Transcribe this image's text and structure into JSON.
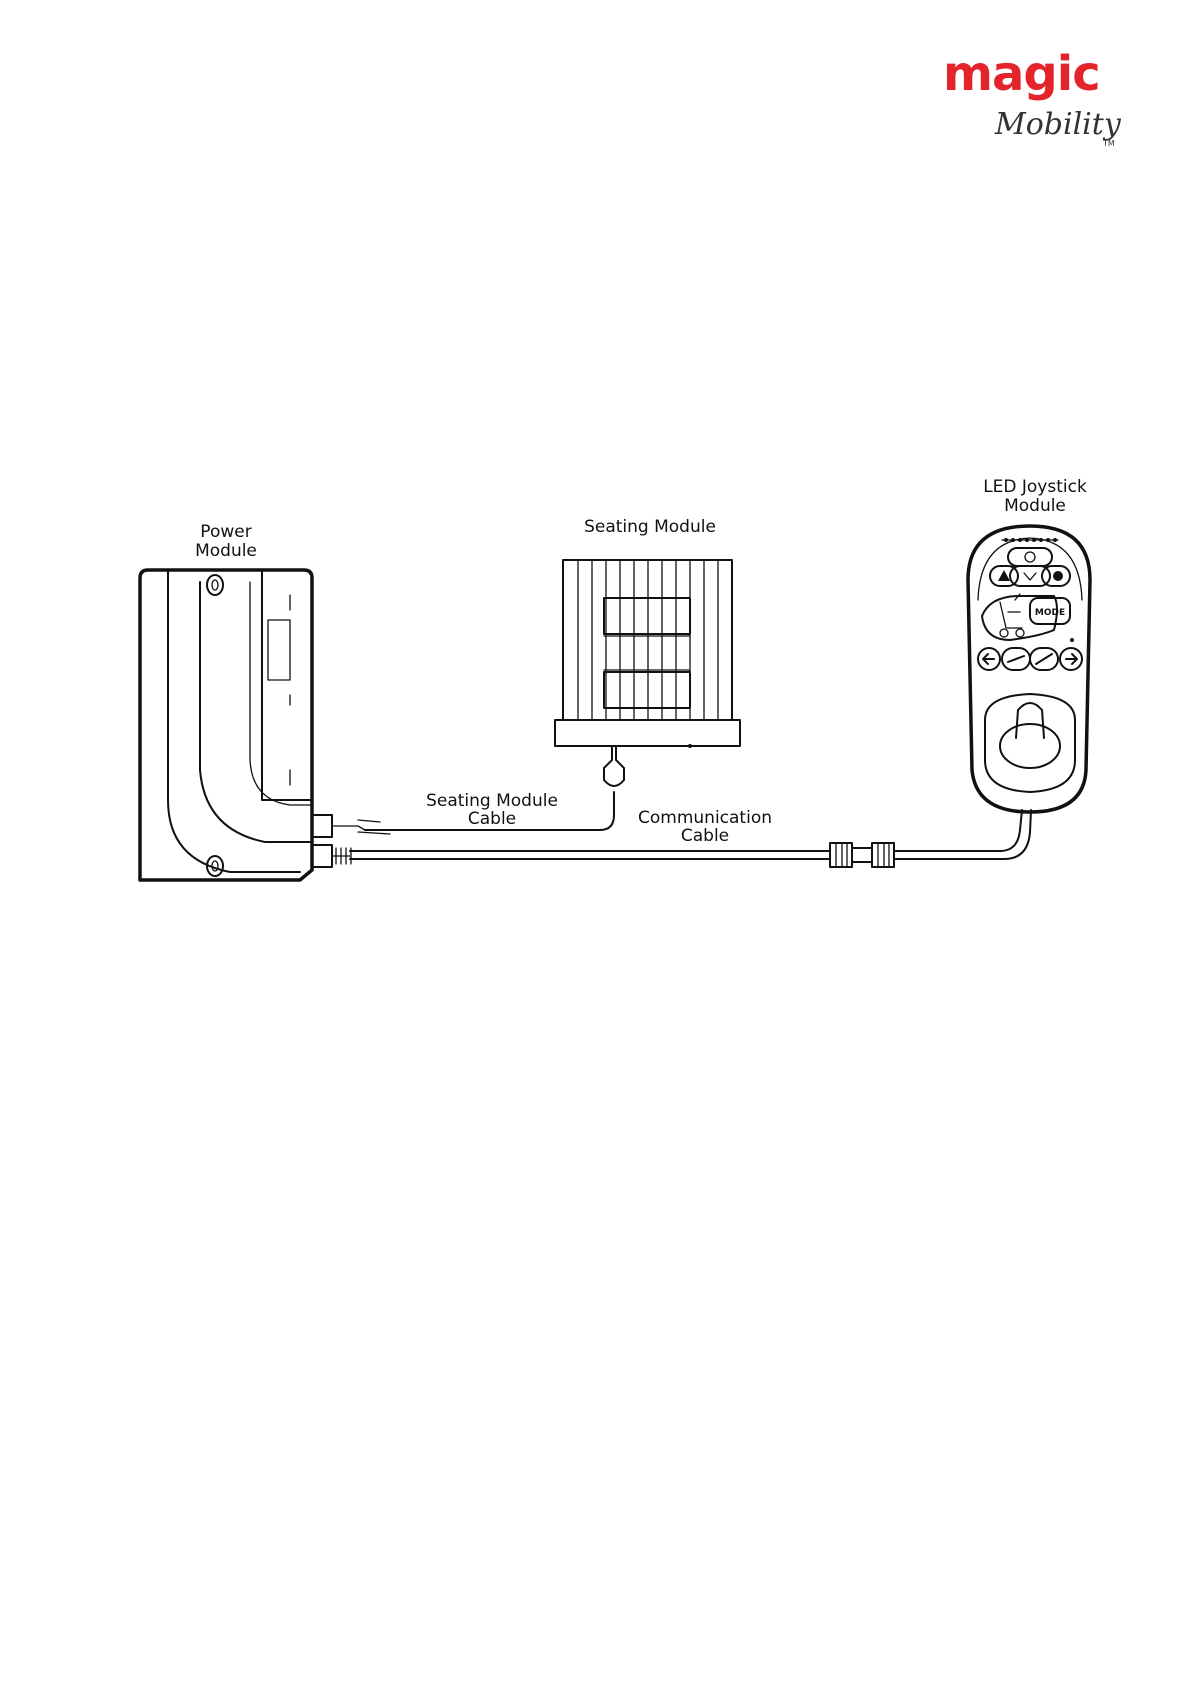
{
  "brand": {
    "name": "magic",
    "tagline": "Mobility",
    "trademark": "TM",
    "colors": {
      "red": "#e3242b",
      "dark": "#333333"
    }
  },
  "diagram": {
    "components": {
      "power_module": {
        "label_line1": "Power",
        "label_line2": "Module"
      },
      "seating_module": {
        "label": "Seating Module"
      },
      "joystick_module": {
        "label_line1": "LED Joystick",
        "label_line2": "Module",
        "mode_button": "MODE"
      }
    },
    "cables": {
      "seating_module_cable": {
        "label_line1": "Seating Module",
        "label_line2": "Cable"
      },
      "communication_cable": {
        "label_line1": "Communication",
        "label_line2": "Cable"
      }
    }
  }
}
